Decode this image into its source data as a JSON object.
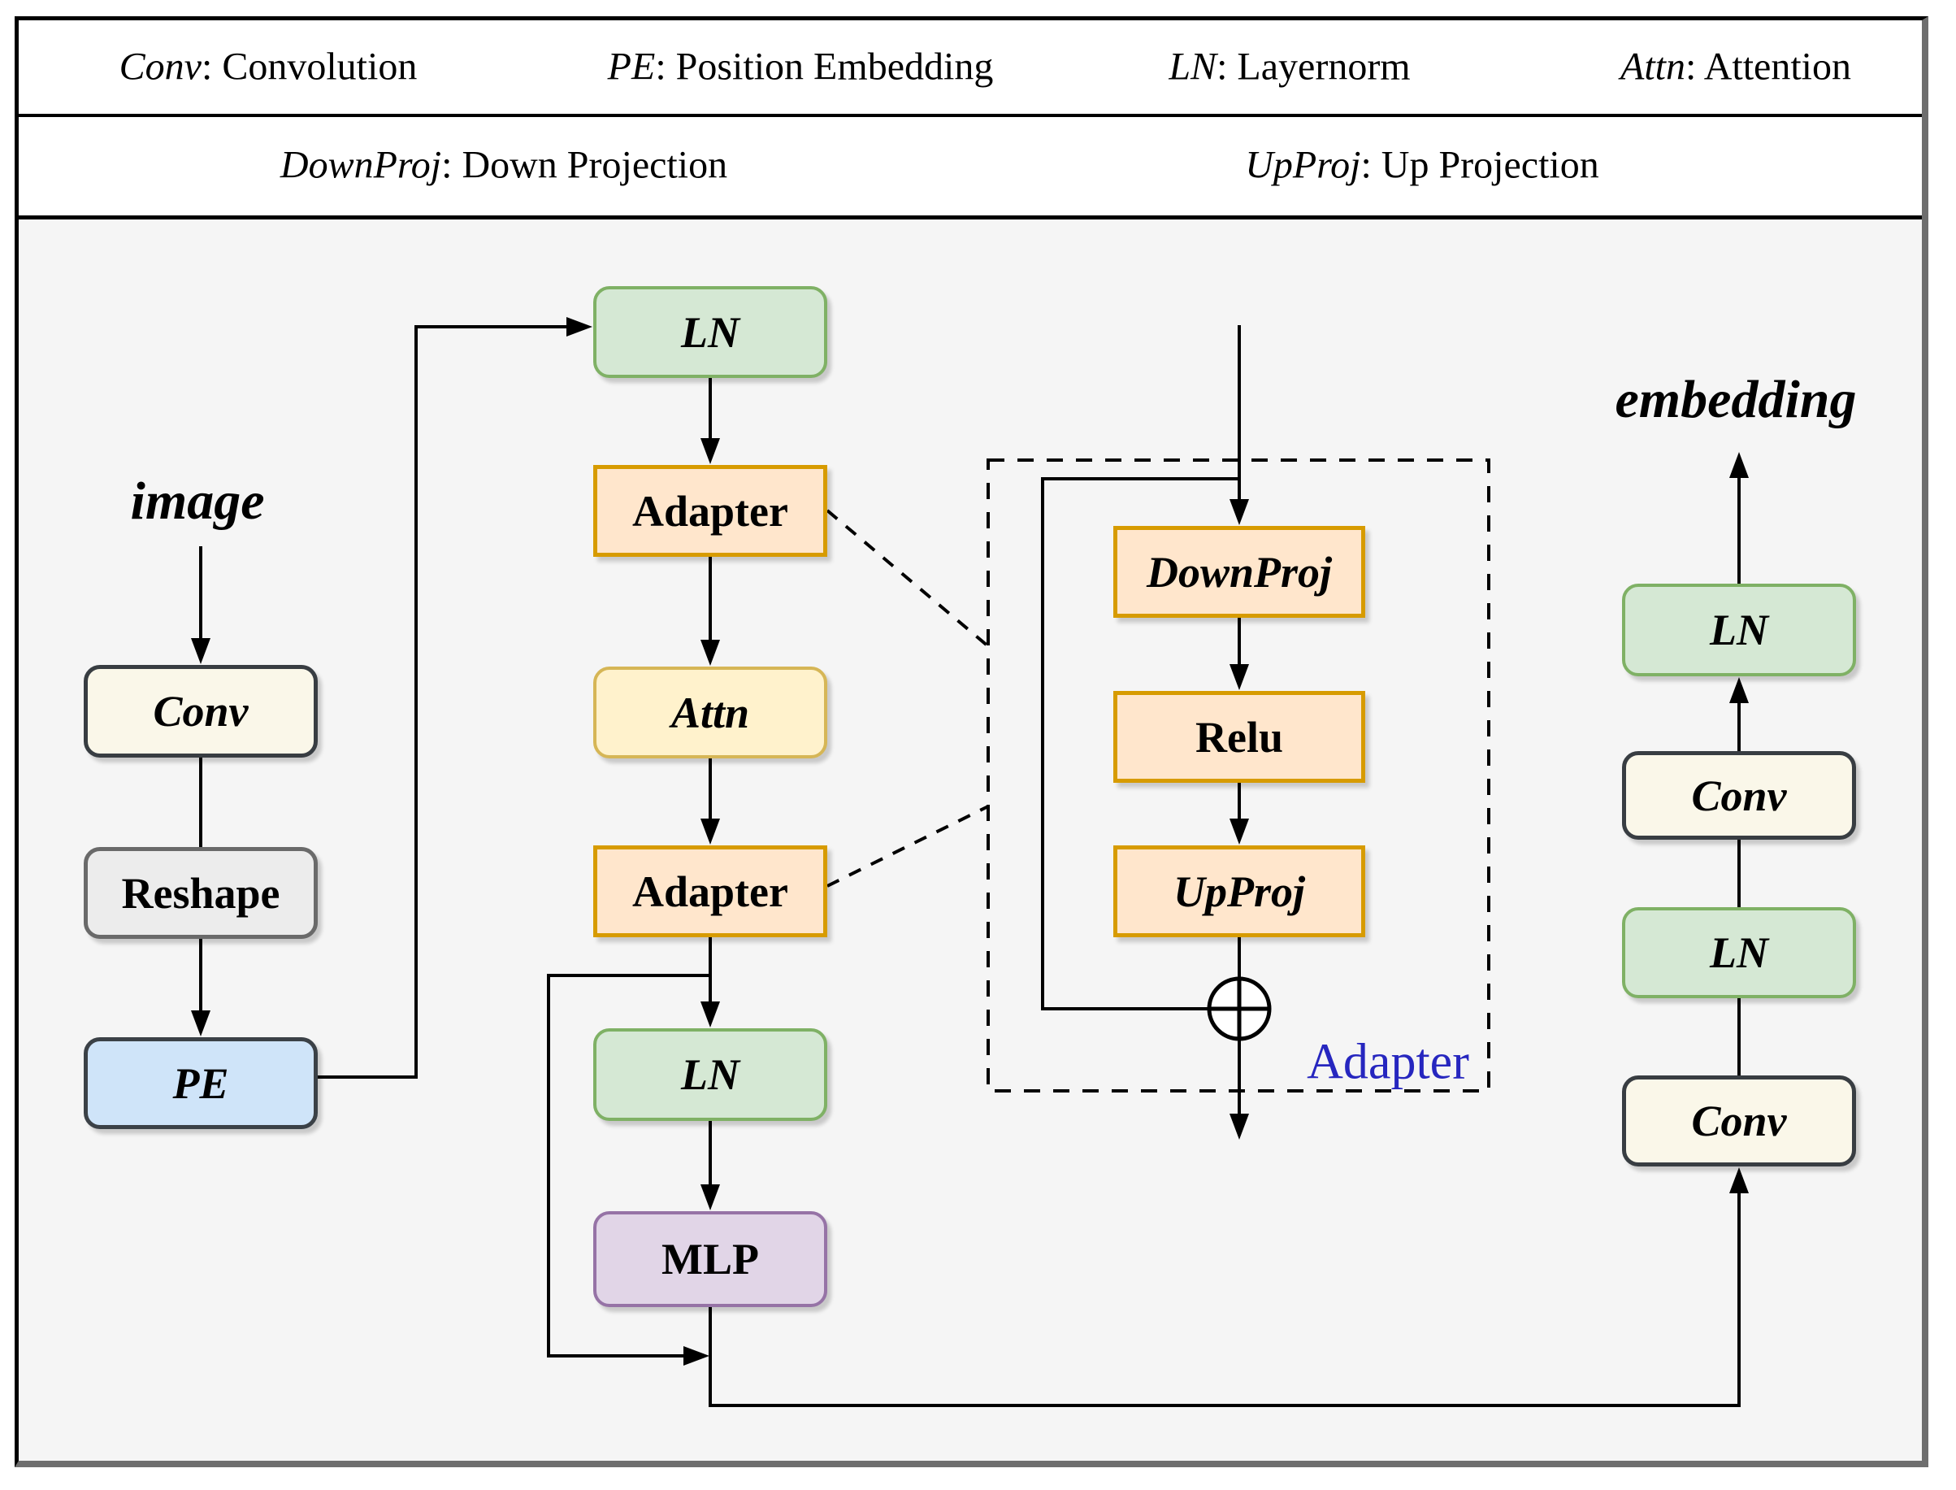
{
  "palette": {
    "panel_bg": "#f5f5f5",
    "legend_bg": "#ffffff",
    "line": "#000000",
    "layernorm_fill": "#d5e8d4",
    "layernorm_stroke": "#7fb165",
    "adapter_fill": "#ffe6cc",
    "adapter_stroke": "#d79b00",
    "attention_fill": "#fff2cc",
    "attention_stroke": "#d6b656",
    "mlp_fill": "#e1d5e7",
    "mlp_stroke": "#9673a6",
    "conv_fill": "#faf7e9",
    "conv_stroke": "#383d42",
    "reshape_fill": "#ececec",
    "reshape_stroke": "#6a6a6a",
    "pe_fill": "#cfe4f9",
    "pe_stroke": "#3b4147",
    "caption_blue": "#2626bf"
  },
  "legend": {
    "row1": [
      {
        "term": "Conv",
        "desc": ": Convolution"
      },
      {
        "term": "PE",
        "desc": ": Position Embedding"
      },
      {
        "term": "LN",
        "desc": ": Layernorm"
      },
      {
        "term": "Attn",
        "desc": ": Attention"
      }
    ],
    "row2": [
      {
        "term": "DownProj",
        "desc": ": Down Projection"
      },
      {
        "term": "UpProj",
        "desc": ": Up Projection"
      }
    ]
  },
  "diagram": {
    "input_label": "image",
    "output_label": "embedding",
    "patch_embed": {
      "conv": "Conv",
      "reshape": "Reshape",
      "pe": "PE"
    },
    "encoder_block": {
      "ln1": "LN",
      "adapter1": "Adapter",
      "attn": "Attn",
      "adapter2": "Adapter",
      "ln2": "LN",
      "mlp": "MLP"
    },
    "adapter_detail": {
      "downproj": "DownProj",
      "relu": "Relu",
      "upproj": "UpProj",
      "caption": "Adapter",
      "sum_icon": "circle-plus"
    },
    "output_head": {
      "ln_top": "LN",
      "conv_top": "Conv",
      "ln_bottom": "LN",
      "conv_bottom": "Conv"
    }
  }
}
